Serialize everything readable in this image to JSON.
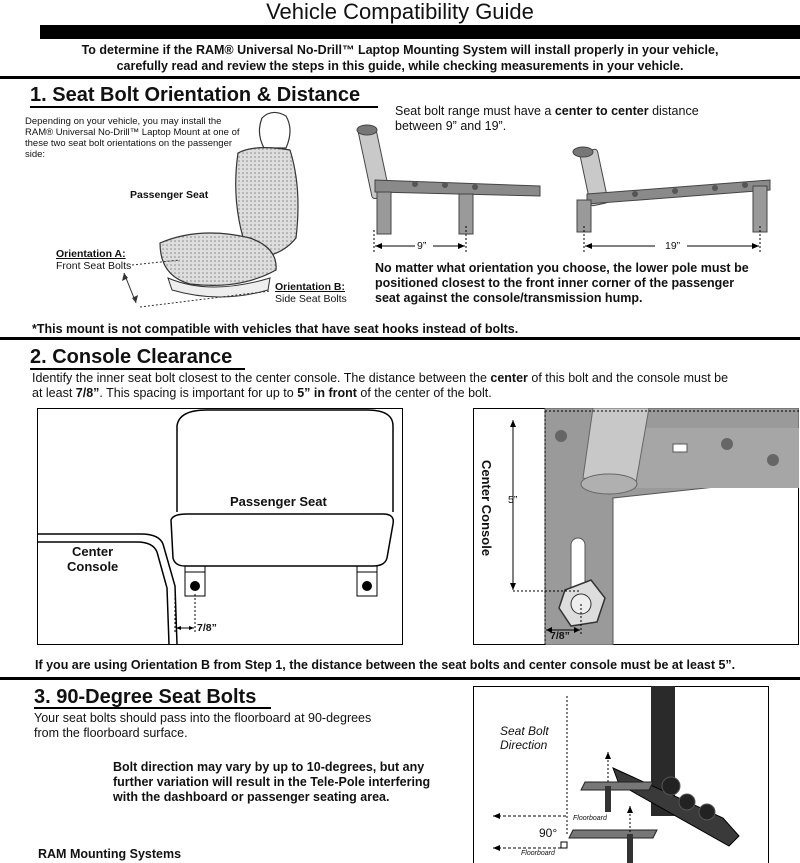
{
  "header": {
    "title": "Vehicle Compatibility Guide",
    "intro_line1": "To determine if the RAM® Universal No-Drill™ Laptop Mounting System will install properly in your vehicle,",
    "intro_line2": "carefully read and review the steps in this guide, while checking measurements in your vehicle."
  },
  "step1": {
    "heading": "1. Seat Bolt Orientation & Distance",
    "desc": "Depending on your vehicle, you may install the RAM® Universal No-Drill™ Laptop Mount at one of these two seat bolt orientations on the passenger side:",
    "passenger_seat": "Passenger Seat",
    "orientA_title": "Orientation A:",
    "orientA_sub": "Front Seat Bolts",
    "orientB_title": "Orientation B:",
    "orientB_sub": "Side Seat Bolts",
    "range_pre": "Seat bolt range must have a ",
    "range_bold": "center to center",
    "range_post": " distance",
    "range_line2": "between 9” and 19”.",
    "dim_9": "9”",
    "dim_19": "19”",
    "note_line1": "No matter what orientation you choose, the lower pole must be",
    "note_line2": "positioned closest to the front inner corner of the passenger",
    "note_line3": "seat against the console/transmission hump.",
    "warning": "*This mount is not compatible with vehicles that have seat hooks instead of bolts."
  },
  "step2": {
    "heading": "2. Console Clearance",
    "desc_a": "Identify the inner seat bolt closest to the center console. The distance between the ",
    "desc_b": "center",
    "desc_c": " of this bolt and the console must be",
    "desc_d": "at least ",
    "desc_e": "7/8”",
    "desc_f": ". This spacing is important for up to ",
    "desc_g": "5” in front",
    "desc_h": " of the center of the bolt.",
    "passenger_seat": "Passenger Seat",
    "center": "Center",
    "console": "Console",
    "dim_78": "7/8”",
    "center_console_vert": "Center Console",
    "dim_5": "5”",
    "dim_78_b": "7/8”",
    "note": "If you are using Orientation B from Step 1, the distance between the seat bolts and center console must be at least 5”."
  },
  "step3": {
    "heading": "3. 90-Degree Seat Bolts",
    "desc_line1": "Your seat bolts should pass into the floorboard at 90-degrees",
    "desc_line2": "from the floorboard surface.",
    "note_line1": "Bolt direction may vary by up to 10-degrees, but any",
    "note_line2": "further variation will result in the Tele-Pole interfering",
    "note_line3": "with the dashboard or passenger seating area.",
    "bolt_dir_1": "Seat Bolt",
    "bolt_dir_2": "Direction",
    "angle": "90°",
    "floorboard_1": "Floorboard",
    "floorboard_2": "Floorboard"
  },
  "footer": {
    "brand": "RAM Mounting Systems"
  }
}
